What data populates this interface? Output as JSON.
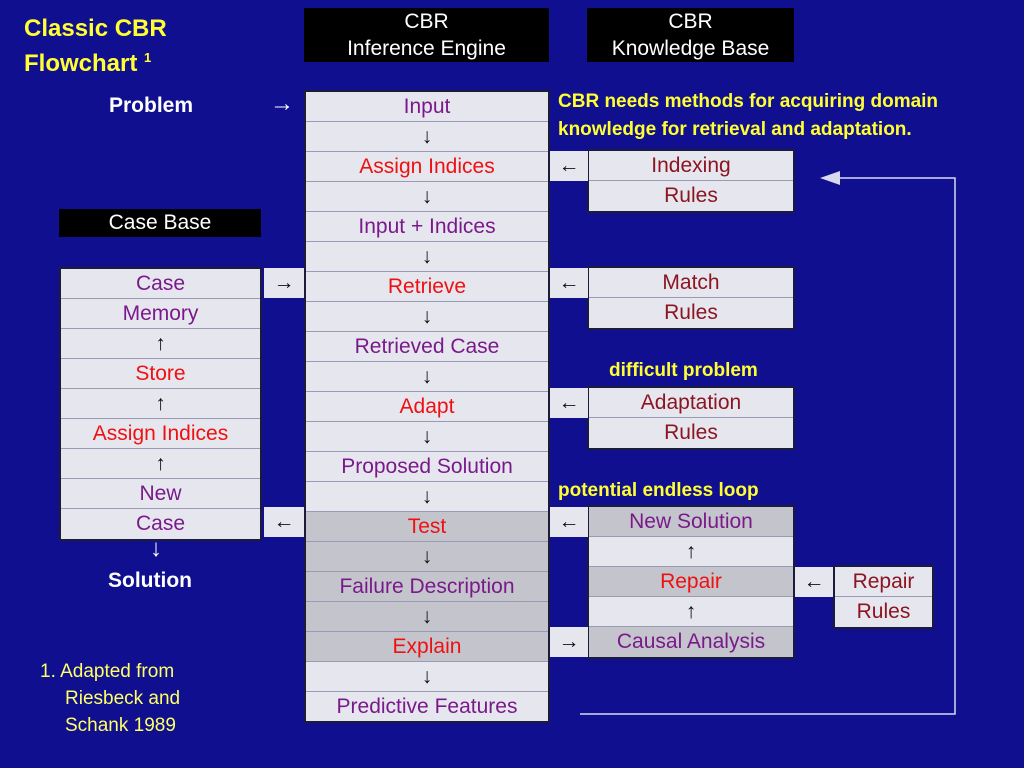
{
  "title": {
    "line1": "Classic CBR",
    "line2": "Flowchart",
    "sup": "1"
  },
  "headers": {
    "engine_line1": "CBR",
    "engine_line2": "Inference Engine",
    "kb_line1": "CBR",
    "kb_line2": "Knowledge Base",
    "case_base": "Case Base"
  },
  "labels": {
    "problem": "Problem",
    "solution": "Solution"
  },
  "notes": {
    "methods": "CBR needs methods for acquiring domain knowledge for retrieval and adaptation.",
    "difficult": "difficult problem",
    "loop": "potential endless loop"
  },
  "engine": [
    {
      "text": "Input",
      "color": "pur"
    },
    {
      "text": "↓",
      "color": "arr"
    },
    {
      "text": "Assign Indices",
      "color": "red"
    },
    {
      "text": "↓",
      "color": "arr"
    },
    {
      "text": "Input + Indices",
      "color": "pur"
    },
    {
      "text": "↓",
      "color": "arr"
    },
    {
      "text": "Retrieve",
      "color": "red"
    },
    {
      "text": "↓",
      "color": "arr"
    },
    {
      "text": "Retrieved Case",
      "color": "pur"
    },
    {
      "text": "↓",
      "color": "arr"
    },
    {
      "text": "Adapt",
      "color": "red"
    },
    {
      "text": "↓",
      "color": "arr"
    },
    {
      "text": "Proposed Solution",
      "color": "pur"
    },
    {
      "text": "↓",
      "color": "arr"
    },
    {
      "text": "Test",
      "color": "red",
      "shade": true
    },
    {
      "text": "↓",
      "color": "arr",
      "shade": true
    },
    {
      "text": "Failure Description",
      "color": "pur",
      "shade": true
    },
    {
      "text": "↓",
      "color": "arr",
      "shade": true
    },
    {
      "text": "Explain",
      "color": "red",
      "shade": true
    },
    {
      "text": "↓",
      "color": "arr"
    },
    {
      "text": "Predictive Features",
      "color": "pur",
      "wrap": true
    }
  ],
  "casebase": [
    {
      "text": "Case",
      "color": "pur"
    },
    {
      "text": "Memory",
      "color": "pur"
    },
    {
      "text": "↑",
      "color": "arr"
    },
    {
      "text": "Store",
      "color": "red"
    },
    {
      "text": "↑",
      "color": "arr"
    },
    {
      "text": "Assign Indices",
      "color": "red"
    },
    {
      "text": "↑",
      "color": "arr"
    },
    {
      "text": "New",
      "color": "pur"
    },
    {
      "text": "Case",
      "color": "pur"
    }
  ],
  "kb": {
    "indexing": [
      "Indexing",
      "Rules"
    ],
    "match": [
      "Match",
      "Rules"
    ],
    "adaptation": [
      "Adaptation",
      "Rules"
    ],
    "loop": [
      {
        "text": "New Solution",
        "color": "pur",
        "shade": true
      },
      {
        "text": "↑",
        "color": "arr"
      },
      {
        "text": "Repair",
        "color": "red",
        "shade": true
      },
      {
        "text": "↑",
        "color": "arr"
      },
      {
        "text": "Causal Analysis",
        "color": "pur",
        "shade": true
      }
    ],
    "repair": [
      "Repair",
      "Rules"
    ]
  },
  "arrows": {
    "problem_in": "→",
    "indexing_left": "←",
    "case_to_retrieve": "→",
    "match_left": "←",
    "adaptation_left": "←",
    "test_to_case": "←",
    "newsol_left": "←",
    "repair_left": "←",
    "explain_right": "→",
    "casebase_down": "↓"
  },
  "credit": {
    "line1": "1. Adapted from",
    "line2": "Riesbeck and",
    "line3": "Schank 1989"
  },
  "colors": {
    "background": "#0f0f8f",
    "note": "#ffff33",
    "red": "#ee1111",
    "purple": "#7a1a8a",
    "darkred": "#8b1520"
  }
}
